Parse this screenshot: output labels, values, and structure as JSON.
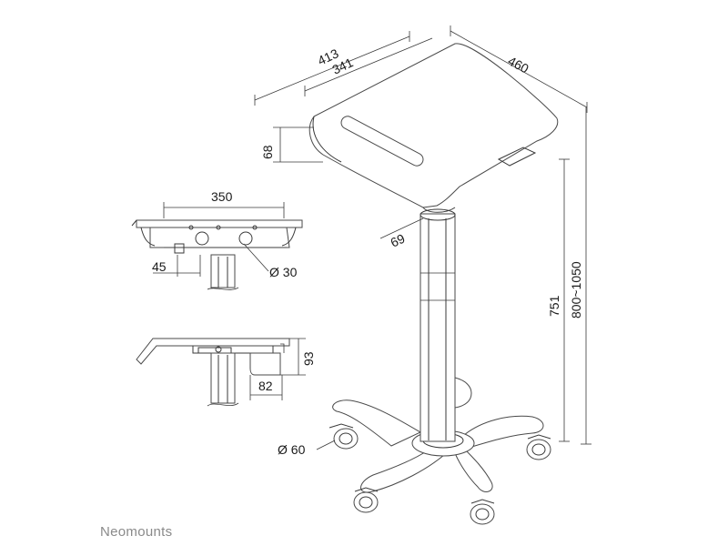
{
  "dimensions": {
    "depth_outer": "413",
    "depth_inner": "341",
    "width": "460",
    "tray_lip": "68",
    "column_diameter": "69",
    "height_column": "751",
    "height_range": "800~1050",
    "tray_width": "350",
    "hole_offset": "45",
    "hole_diameter": "Ø 30",
    "side_height": "93",
    "side_depth": "82",
    "caster_diameter": "Ø 60"
  },
  "brand": {
    "logo_text": "Neomounts"
  },
  "colors": {
    "line": "#3a3a3a",
    "background": "#ffffff",
    "brand_gray": "#8a8a8a"
  }
}
